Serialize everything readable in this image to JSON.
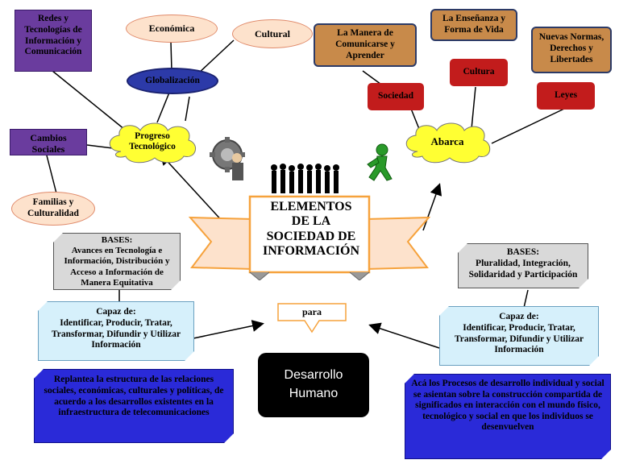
{
  "left": {
    "redes_box": [
      "Redes y",
      "Tecnologías de",
      "Información y",
      "Comunicación"
    ],
    "economica": "Económica",
    "cultural": "Cultural",
    "globalizacion": "Globalización",
    "progreso": [
      "Progreso",
      "Tecnológico"
    ],
    "cambios": [
      "Cambios",
      "Sociales"
    ],
    "familias": [
      "Familias y",
      "Culturalidad"
    ],
    "bases_title": "BASES:",
    "bases_text": "Avances en Tecnología e Información, Distribución y Acceso a Información de Manera Equitativa",
    "capaz_title": "Capaz de:",
    "capaz_text": "Identificar, Producir, Tratar, Transformar, Difundir y Utilizar Información",
    "replantea": "Replantea la estructura de las relaciones sociales, económicas, culturales y políticas, de acuerdo a los desarrollos existentes en la infraestructura de telecomunicaciones"
  },
  "center": {
    "title": [
      "ELEMENTOS",
      "DE LA",
      "SOCIEDAD DE",
      "INFORMACIÓN"
    ],
    "para": "para",
    "desarrollo": [
      "Desarrollo",
      "Humano"
    ]
  },
  "right": {
    "manera": [
      "La Manera de",
      "Comunicarse y",
      "Aprender"
    ],
    "ensenanza": [
      "La Enseñanza y",
      "Forma de Vida"
    ],
    "normas": [
      "Nuevas Normas,",
      "Derechos  y",
      "Libertades"
    ],
    "sociedad": "Sociedad",
    "cultura": "Cultura",
    "leyes": "Leyes",
    "abarca": "Abarca",
    "bases_title": "BASES:",
    "bases_text": "Pluralidad, Integración, Solidaridad y Participación",
    "capaz_title": "Capaz de:",
    "capaz_text": "Identificar, Producir, Tratar, Transformar, Difundir y Utilizar Información",
    "aca": "Acá los Procesos de desarrollo individual y social se asientan sobre la construcción compartida de significados en interacción con el mundo físico, tecnológico y social en que los individuos se desenvuelven"
  },
  "colors": {
    "purple": "#6a3c9e",
    "peach": "#fde2cc",
    "navy_oval": "#2c3aa8",
    "yellow_cloud": "#ffff33",
    "wood": "#c88a4a",
    "red_box": "#c21c1c",
    "light_blue": "#d6f0fb",
    "gray_box": "#d9d9d9",
    "blue_panel": "#2a2ad8",
    "black_box": "#000000",
    "ribbon": "#f6a23c"
  },
  "icons": [
    "gear-person-icon",
    "crowd-icon",
    "green-runner-icon"
  ]
}
